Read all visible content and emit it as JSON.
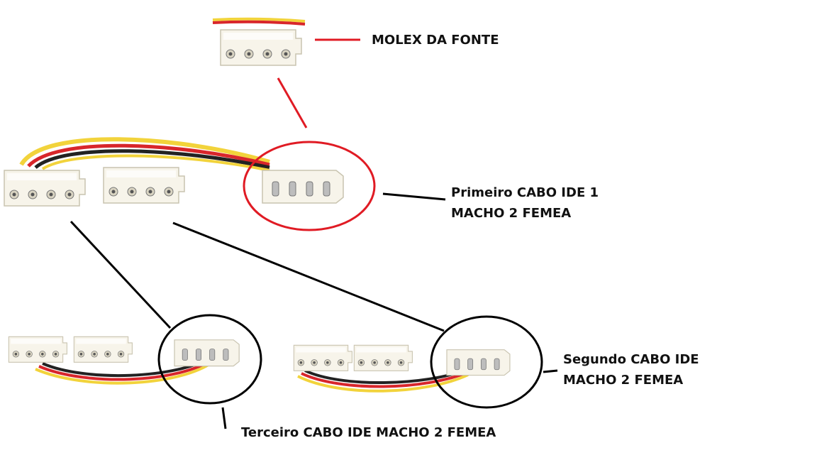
{
  "labels": {
    "molex_fonte": "MOLEX DA FONTE",
    "primeiro": {
      "line1": "Primeiro CABO IDE 1",
      "line2": "MACHO 2 FEMEA"
    },
    "segundo": {
      "line1": "Segundo CABO IDE",
      "line2": "MACHO 2 FEMEA"
    },
    "terceiro": "Terceiro CABO IDE MACHO 2 FEMEA"
  },
  "colors": {
    "annotation_red": "#e01b24",
    "annotation_black": "#000000",
    "wire_yellow": "#f2d33b",
    "wire_red": "#d8262b",
    "wire_black": "#222222",
    "connector_body": "#f4f1e6",
    "pin": "#8a8a8a"
  },
  "icons": [
    "molex-connector-icon",
    "splitter-cable-icon"
  ]
}
